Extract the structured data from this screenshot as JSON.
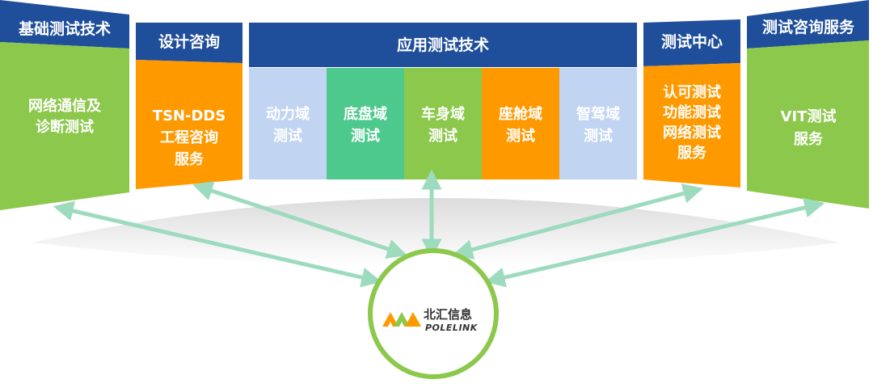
{
  "colors": {
    "header": "#1f4e9b",
    "green": "#8cc84b",
    "orange": "#ff9900",
    "light_blue": "#c1d4f2",
    "teal": "#4ec98d",
    "arrow": "#9ddbbe",
    "ring": "#8cc84b",
    "white_text": "#ffffff"
  },
  "panels": {
    "basic": {
      "header": "基础测试技术",
      "body": [
        "网络通信及",
        "诊断测试"
      ]
    },
    "design": {
      "header": "设计咨询",
      "body": [
        "TSN-DDS",
        "工程咨询",
        "服务"
      ]
    },
    "center": {
      "header": "测试中心",
      "body": [
        "认可测试",
        "功能测试",
        "网络测试",
        "服务"
      ]
    },
    "service": {
      "header": "测试咨询服务",
      "body": [
        "VIT测试",
        "服务"
      ]
    }
  },
  "app_tech": {
    "header": "应用测试技术",
    "domains": [
      {
        "lines": [
          "动力域",
          "测试"
        ],
        "color": "#c1d4f2"
      },
      {
        "lines": [
          "底盘域",
          "测试"
        ],
        "color": "#4ec98d"
      },
      {
        "lines": [
          "车身域",
          "测试"
        ],
        "color": "#8cc84b"
      },
      {
        "lines": [
          "座舱域",
          "测试"
        ],
        "color": "#ff9900"
      },
      {
        "lines": [
          "智驾域",
          "测试"
        ],
        "color": "#c1d4f2"
      }
    ]
  },
  "logo": {
    "cn": "北汇信息",
    "en": "POLELINK",
    "icon": "polelink-logo-icon"
  }
}
